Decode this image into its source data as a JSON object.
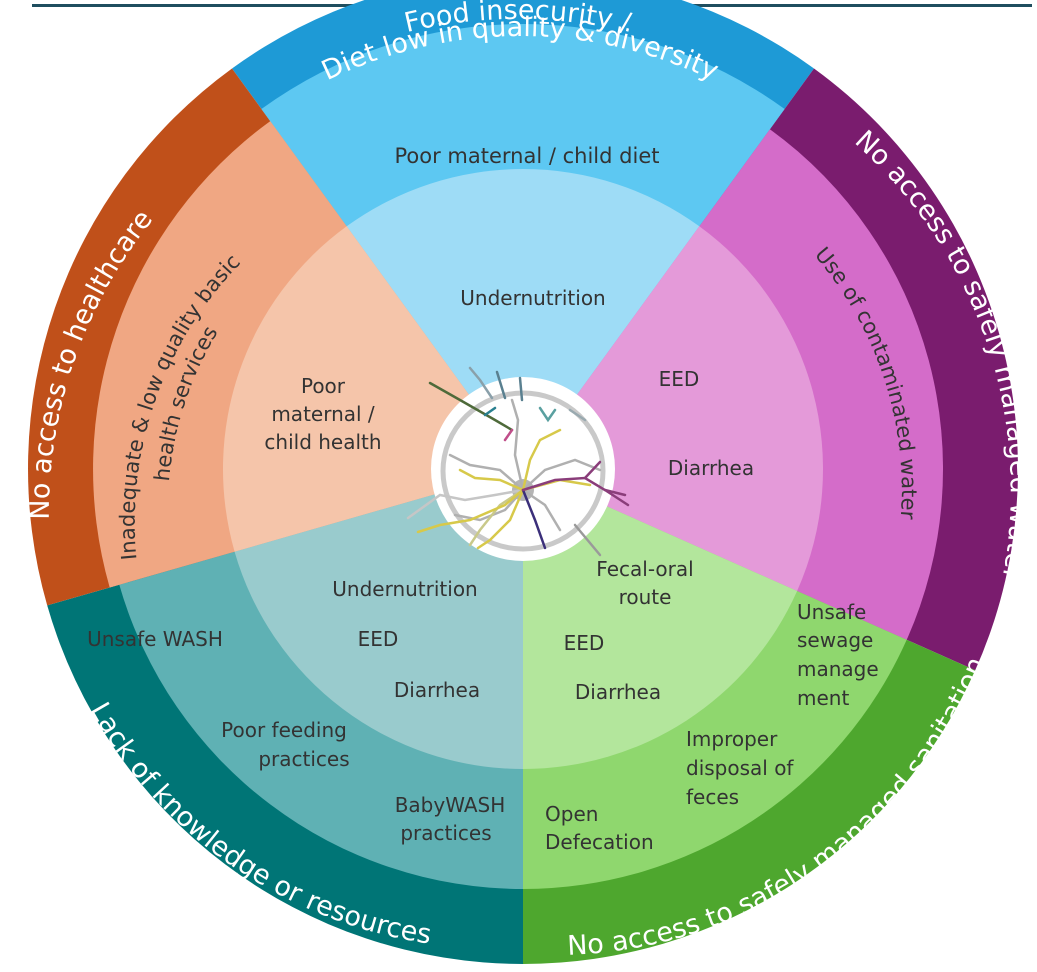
{
  "colors": {
    "food_outer": "#1e9ad6",
    "food_mid": "#5dc8f2",
    "food_inner": "#9edcf6",
    "water_outer": "#7a1c6e",
    "water_mid": "#d46cc9",
    "water_inner": "#e49ad9",
    "sanitation_outer": "#4ea72e",
    "sanitation_mid": "#8fd76e",
    "sanitation_inner": "#b3e69c",
    "knowledge_outer": "#007576",
    "knowledge_mid": "#5fb1b4",
    "knowledge_inner": "#99cbcd",
    "healthcare_outer": "#c0501a",
    "healthcare_mid": "#f0a783",
    "healthcare_inner": "#f5c5aa",
    "center": "#f2f2f2",
    "top_rule": "#1f4e5f"
  },
  "outer_ring": {
    "food_line1": "Food insecurity /",
    "food_line2": "Diet low in quality & diversity",
    "water": "No access to safely managed water",
    "sanitation": "No access to safely managed sanitation",
    "knowledge": "Lack of knowledge or resources",
    "healthcare": "No access to healthcare"
  },
  "middle_ring": {
    "food": "Poor maternal / child diet",
    "water": "Use of contaminated water",
    "healthcare_line1": "Inadequate & low quality basic",
    "healthcare_line2": "health services"
  },
  "inner_ring": {
    "food": "Undernutrition",
    "health_line1": "Poor",
    "health_line2": "maternal /",
    "health_line3": "child health",
    "water_eed": "EED",
    "water_diarrhea": "Diarrhea",
    "knowledge_undernutrition": "Undernutrition",
    "knowledge_eed": "EED",
    "knowledge_diarrhea": "Diarrhea",
    "sanitation_fecal1": "Fecal-oral",
    "sanitation_fecal2": "route",
    "sanitation_eed": "EED",
    "sanitation_diarrhea": "Diarrhea"
  },
  "knowledge_mid": {
    "unsafe_wash": "Unsafe WASH",
    "poor_feeding1": "Poor feeding",
    "poor_feeding2": "practices",
    "babywash1": "BabyWASH",
    "babywash2": "practices"
  },
  "sanitation_mid": {
    "unsafe1": "Unsafe",
    "unsafe2": "sewage",
    "unsafe3": "manage",
    "unsafe4": "ment",
    "improper1": "Improper",
    "improper2": "disposal of",
    "improper3": "feces",
    "open1": "Open",
    "open2": "Defecation"
  }
}
